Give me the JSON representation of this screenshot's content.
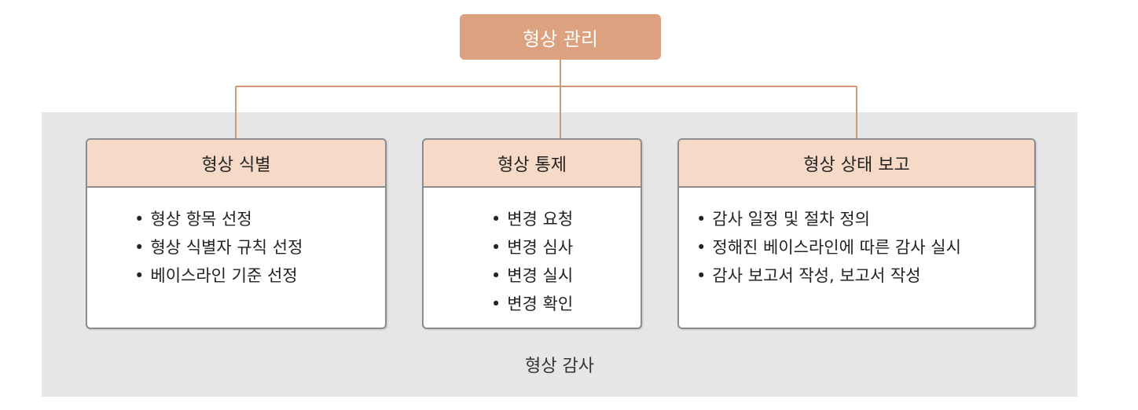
{
  "root": {
    "label": "형상 관리"
  },
  "cards": [
    {
      "title": "형상 식별",
      "items": [
        "형상 항목 선정",
        "형상 식별자 규칙 선정",
        "베이스라인 기준 선정"
      ]
    },
    {
      "title": "형상 통제",
      "items": [
        "변경 요청",
        "변경 심사",
        "변경 실시",
        "변경 확인"
      ]
    },
    {
      "title": "형상 상태 보고",
      "items": [
        "감사 일정 및 절차 정의",
        "정해진 베이스라인에 따른 감사 실시",
        "감사 보고서 작성, 보고서 작성"
      ]
    }
  ],
  "footer": {
    "label": "형상 감사"
  },
  "colors": {
    "root_fill": "#dca27f",
    "header_fill": "#f6d9c6",
    "panel_fill": "#e6e6e7",
    "connector": "#d19a74",
    "border": "#8c8c8c"
  }
}
